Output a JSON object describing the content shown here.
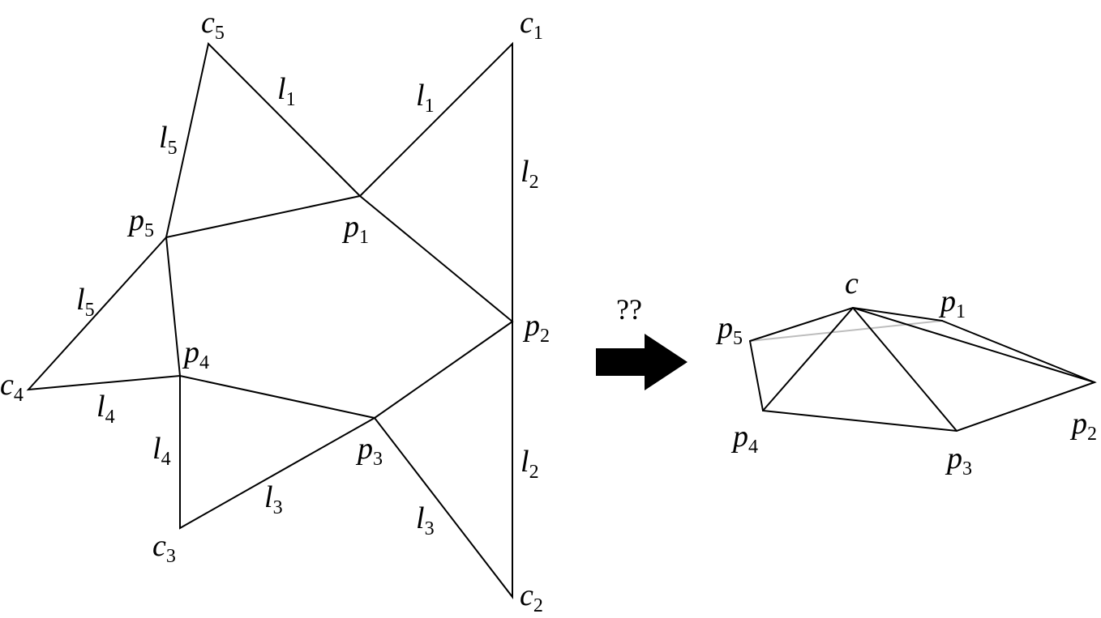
{
  "net": {
    "vertices": {
      "c5": {
        "base": "c",
        "sub": "5"
      },
      "c1": {
        "base": "c",
        "sub": "1"
      },
      "c2": {
        "base": "c",
        "sub": "2"
      },
      "c3": {
        "base": "c",
        "sub": "3"
      },
      "c4": {
        "base": "c",
        "sub": "4"
      },
      "p1": {
        "base": "p",
        "sub": "1"
      },
      "p2": {
        "base": "p",
        "sub": "2"
      },
      "p3": {
        "base": "p",
        "sub": "3"
      },
      "p4": {
        "base": "p",
        "sub": "4"
      },
      "p5": {
        "base": "p",
        "sub": "5"
      }
    },
    "edge_labels": [
      {
        "id": "l1a",
        "base": "l",
        "sub": "1"
      },
      {
        "id": "l1b",
        "base": "l",
        "sub": "1"
      },
      {
        "id": "l2a",
        "base": "l",
        "sub": "2"
      },
      {
        "id": "l2b",
        "base": "l",
        "sub": "2"
      },
      {
        "id": "l3a",
        "base": "l",
        "sub": "3"
      },
      {
        "id": "l3b",
        "base": "l",
        "sub": "3"
      },
      {
        "id": "l4a",
        "base": "l",
        "sub": "4"
      },
      {
        "id": "l4b",
        "base": "l",
        "sub": "4"
      },
      {
        "id": "l5a",
        "base": "l",
        "sub": "5"
      },
      {
        "id": "l5b",
        "base": "l",
        "sub": "5"
      }
    ]
  },
  "arrow": {
    "label": "??"
  },
  "pyramid": {
    "apex": {
      "base": "c"
    },
    "vertices": {
      "p1": {
        "base": "p",
        "sub": "1"
      },
      "p2": {
        "base": "p",
        "sub": "2"
      },
      "p3": {
        "base": "p",
        "sub": "3"
      },
      "p4": {
        "base": "p",
        "sub": "4"
      },
      "p5": {
        "base": "p",
        "sub": "5"
      }
    }
  }
}
